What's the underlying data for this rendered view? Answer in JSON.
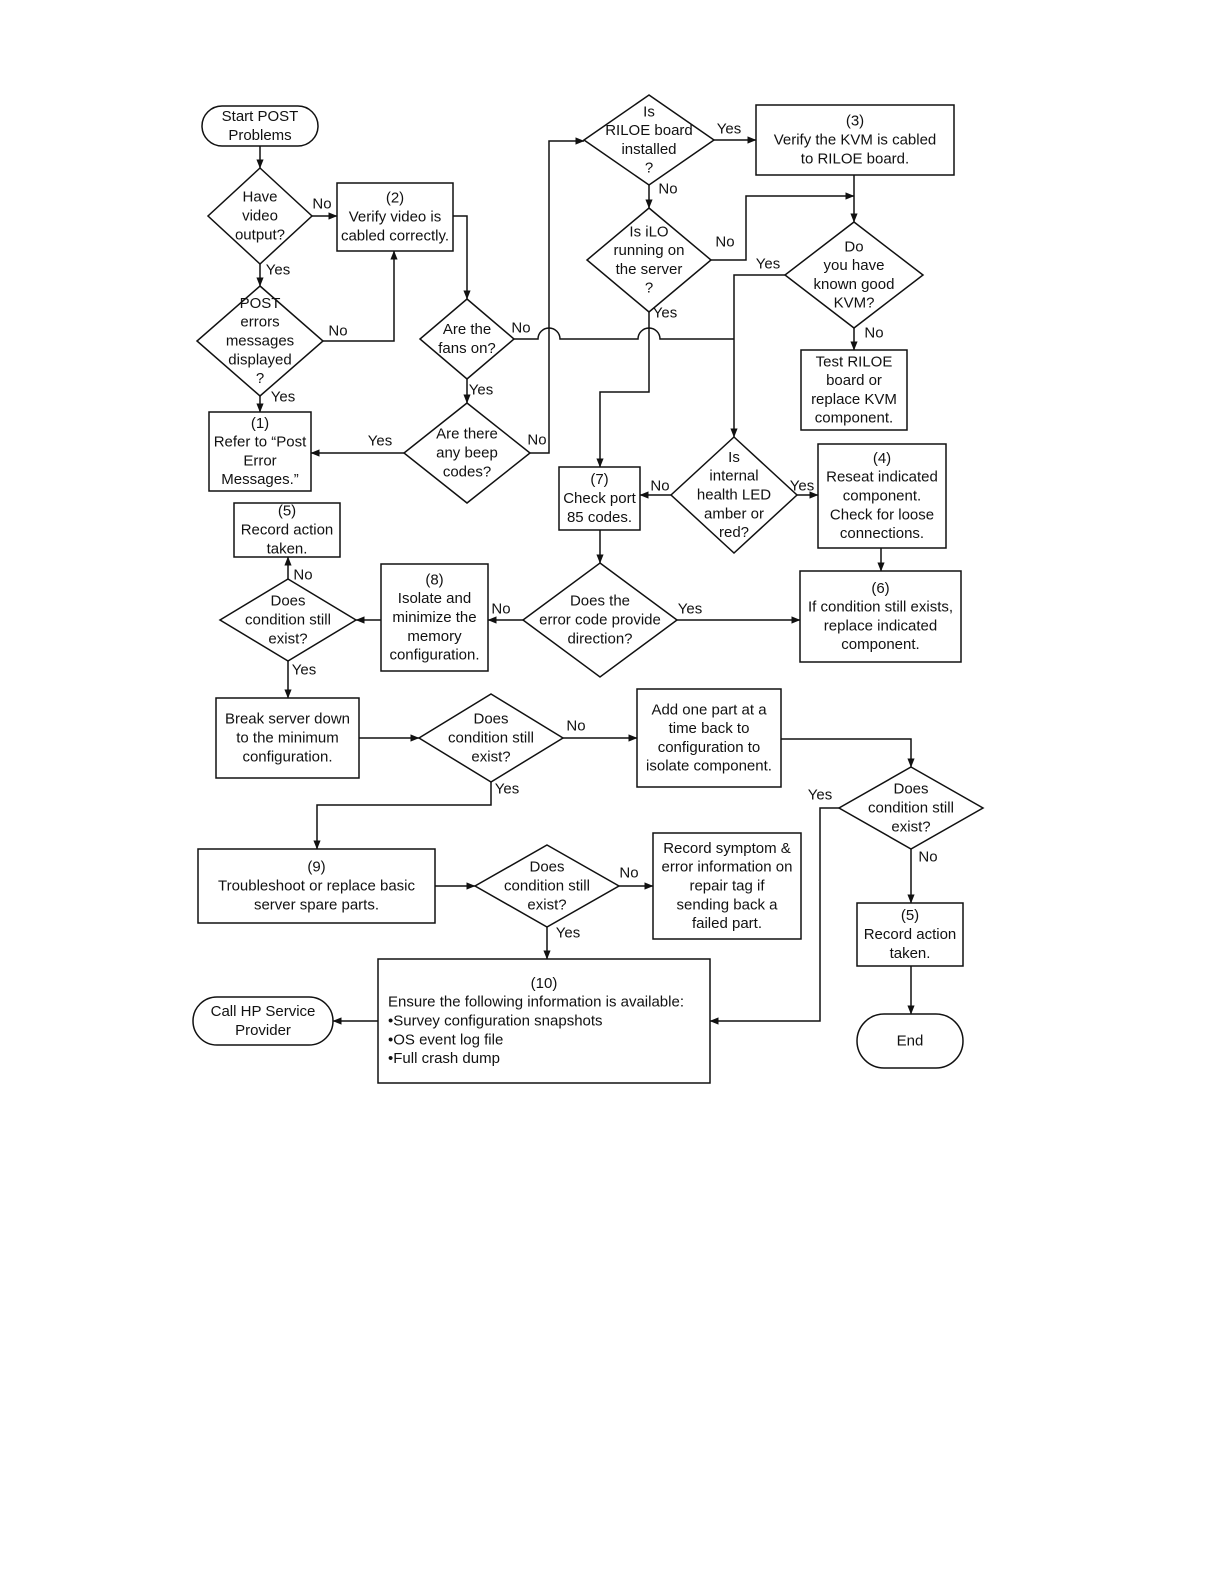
{
  "nodes": {
    "start": {
      "lines": [
        "Start POST",
        "Problems"
      ]
    },
    "d_video": {
      "lines": [
        "Have",
        "video",
        "output?"
      ]
    },
    "b2": {
      "lines": [
        "(2)",
        "Verify video is",
        "cabled correctly."
      ]
    },
    "d_post": {
      "lines": [
        "POST",
        "errors",
        "messages",
        "displayed",
        "?"
      ]
    },
    "b1": {
      "lines": [
        "(1)",
        "Refer to “Post",
        "Error",
        "Messages.”"
      ]
    },
    "d_fans": {
      "lines": [
        "Are the",
        "fans on?"
      ]
    },
    "d_beep": {
      "lines": [
        "Are there",
        "any beep",
        "codes?"
      ]
    },
    "d_riloe": {
      "lines": [
        "Is",
        "RILOE board",
        "installed",
        "?"
      ]
    },
    "b3": {
      "lines": [
        "(3)",
        "Verify the KVM is cabled",
        "to RILOE board."
      ]
    },
    "d_ilo": {
      "lines": [
        "Is iLO",
        "running on",
        "the server",
        "?"
      ]
    },
    "d_kvm": {
      "lines": [
        "Do",
        "you have",
        "known good",
        "KVM?"
      ]
    },
    "b_test": {
      "lines": [
        "Test RILOE",
        "board or",
        "replace KVM",
        "component."
      ]
    },
    "d_led": {
      "lines": [
        "Is",
        "internal",
        "health LED",
        "amber or",
        "red?"
      ]
    },
    "b4": {
      "lines": [
        "(4)",
        "Reseat indicated",
        "component.",
        "Check for loose",
        "connections."
      ]
    },
    "b7": {
      "lines": [
        "(7)",
        "Check port",
        "85 codes."
      ]
    },
    "b5a": {
      "lines": [
        "(5)",
        "Record action",
        "taken."
      ]
    },
    "d_cond1": {
      "lines": [
        "Does",
        "condition still",
        "exist?"
      ]
    },
    "b8": {
      "lines": [
        "(8)",
        "Isolate and",
        "minimize the",
        "memory",
        "configuration."
      ]
    },
    "d_err": {
      "lines": [
        "Does the",
        "error code provide",
        "direction?"
      ]
    },
    "b6": {
      "lines": [
        "(6)",
        "If condition still exists,",
        "replace indicated",
        "component."
      ]
    },
    "b_break": {
      "lines": [
        "Break server down",
        "to the minimum",
        "configuration."
      ]
    },
    "d_cond2": {
      "lines": [
        "Does",
        "condition still",
        "exist?"
      ]
    },
    "b_add": {
      "lines": [
        "Add one part at a",
        "time back to",
        "configuration to",
        "isolate component."
      ]
    },
    "d_cond4": {
      "lines": [
        "Does",
        "condition still",
        "exist?"
      ]
    },
    "b9": {
      "lines": [
        "(9)",
        "Troubleshoot or replace basic",
        "server spare parts."
      ]
    },
    "d_cond3": {
      "lines": [
        "Does",
        "condition still",
        "exist?"
      ]
    },
    "b_rec": {
      "lines": [
        "Record symptom &",
        "error information on",
        "repair tag if",
        "sending back a",
        "failed part."
      ]
    },
    "b5b": {
      "lines": [
        "(5)",
        "Record action",
        "taken."
      ]
    },
    "b10": {
      "lines": [
        "(10)",
        "Ensure the following information is available:",
        "•Survey configuration snapshots",
        "•OS event log file",
        "•Full crash dump"
      ]
    },
    "call": {
      "lines": [
        "Call HP Service",
        "Provider"
      ]
    },
    "end": {
      "lines": [
        "End"
      ]
    }
  },
  "labels": {
    "yes": "Yes",
    "no": "No"
  }
}
